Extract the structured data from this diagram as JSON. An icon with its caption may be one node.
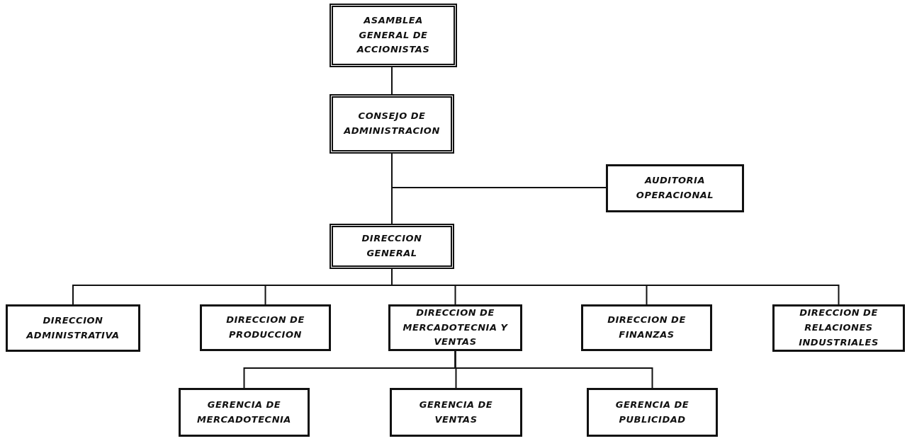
{
  "diagram": {
    "nodes": [
      {
        "text": [
          "ASAMBLEA GENERAL DE ACCIONISTAS"
        ]
      },
      {
        "text": [
          "CONSEJO DE ADMINISTRACION"
        ]
      },
      {
        "text": [
          "AUDITORIA OPERACIONAL"
        ]
      },
      {
        "text": [
          "DIRECCION GENERAL"
        ]
      },
      {
        "text": [
          "DIRECCION ADMINISTRATIVA"
        ]
      },
      {
        "text": [
          "DIRECCION DE PRODUCCION"
        ]
      },
      {
        "text": [
          "DIRECCION DE MERCADOTECNIA Y VENTAS"
        ]
      },
      {
        "text": [
          "DIRECCION DE FINANZAS"
        ]
      },
      {
        "text": [
          "DIRECCION DE RELACIONES INDUSTRIALES"
        ]
      },
      {
        "text": [
          "GERENCIA DE MERCADOTECNIA"
        ]
      },
      {
        "text": [
          "GERENCIA DE VENTAS"
        ]
      },
      {
        "text": [
          "GERENCIA DE PUBLICIDAD"
        ]
      }
    ],
    "edges": [
      {
        "from": 0,
        "to": 1,
        "arrow": "none"
      },
      {
        "from": 1,
        "to": 3,
        "arrow": "none"
      },
      {
        "from": 1,
        "to": 2,
        "arrow": "none"
      },
      {
        "from": 3,
        "to": 4,
        "arrow": "none"
      },
      {
        "from": 3,
        "to": 5,
        "arrow": "none"
      },
      {
        "from": 3,
        "to": 6,
        "arrow": "none"
      },
      {
        "from": 3,
        "to": 7,
        "arrow": "none"
      },
      {
        "from": 3,
        "to": 8,
        "arrow": "none"
      },
      {
        "from": 6,
        "to": 9,
        "arrow": "none"
      },
      {
        "from": 6,
        "to": 10,
        "arrow": "none"
      },
      {
        "from": 6,
        "to": 11,
        "arrow": "none"
      }
    ]
  }
}
